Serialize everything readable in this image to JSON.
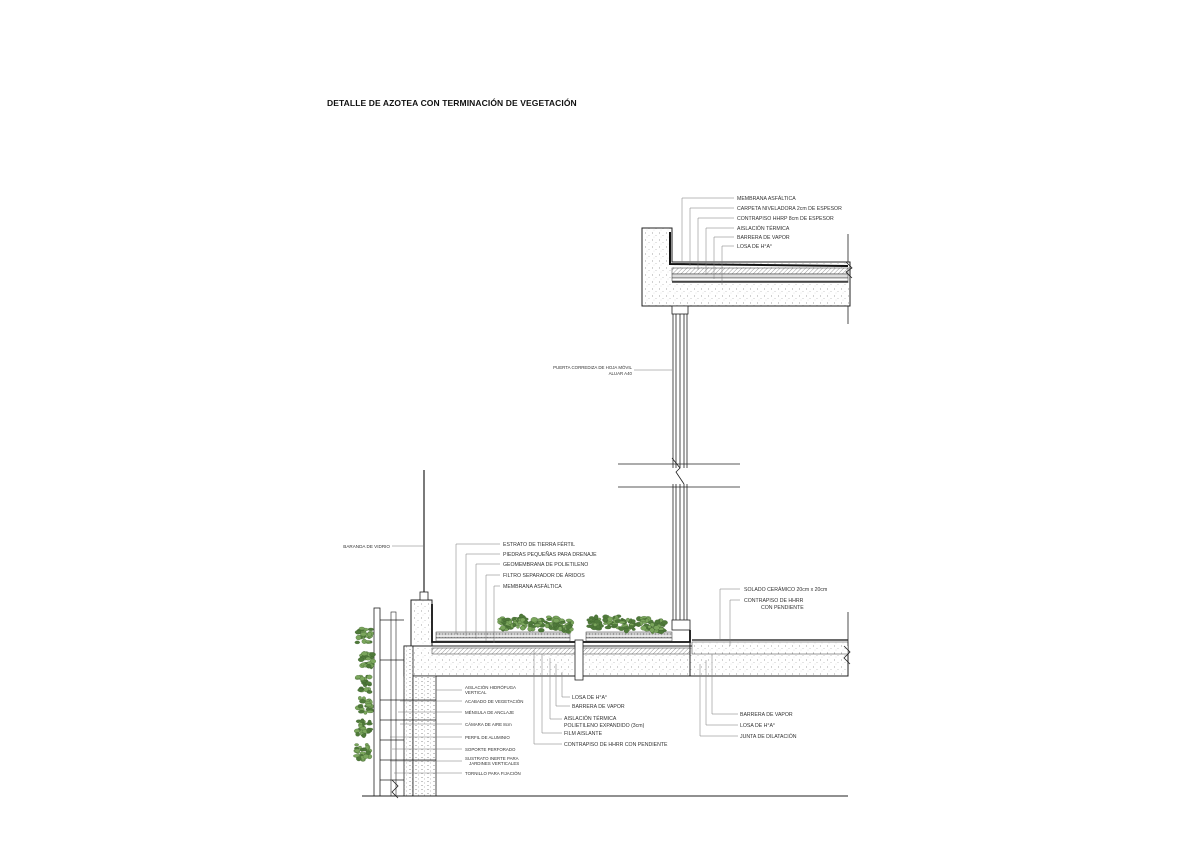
{
  "title": "DETALLE DE AZOTEA CON TERMINACIÓN DE VEGETACIÓN",
  "labels_top": [
    "MEMBRANA ASFÁLTICA",
    "CARPETA NIVELADORA 2cm DE ESPESOR",
    "CONTRAPISO HHRP 8cm DE ESPESOR",
    "AISLACIÓN TÉRMICA",
    "BARRERA DE VAPOR",
    "LOSA DE H°A°"
  ],
  "door_label": [
    "PUERTA CORREDIZA DE HOJA MÓVIL",
    "ALUAR A40"
  ],
  "railing_label": "BARANDA DE VIDRIO",
  "labels_green": [
    "ESTRATO DE TIERRA FÉRTIL",
    "PIEDRAS PEQUEÑAS PARA DRENAJE",
    "GEOMEMBRANA DE POLIETILENO",
    "FILTRO SEPARADOR DE ÁRIDOS",
    "MEMBRANA ASFÁLTICA"
  ],
  "labels_floor": [
    "SOLADO CERÁMICO 20cm x 20cm",
    "CONTRAPISO DE HHRR",
    "CON PENDIENTE"
  ],
  "labels_wall": [
    [
      "AISLACIÓN HIDRÓFUGA",
      "VERTICAL"
    ],
    [
      "ACABADO DE VEGETACIÓN"
    ],
    [
      "MÉNSULA DE ANCLAJE"
    ],
    [
      "CÁMARA DE AIRE 8cm"
    ],
    [
      "PERFIL DE ALUMINIO"
    ],
    [
      "SOPORTE PERFORADO"
    ],
    [
      "SUSTRATO INERTE PARA",
      "JARDINES VERTICALES"
    ],
    [
      "TORNILLO PARA FIJACIÓN"
    ]
  ],
  "labels_slab": [
    [
      "LOSA DE H°A°"
    ],
    [
      "BARRERA DE VAPOR"
    ],
    [
      "AISLACIÓN TÉRMICA",
      "POLIETILENO EXPANDIDO (3cm)"
    ],
    [
      "FILM AISLANTE"
    ],
    [
      "CONTRAPISO DE HHRR CON PENDIENTE"
    ]
  ],
  "labels_right_bottom": [
    "BARRERA DE VAPOR",
    "LOSA DE H°A°",
    "JUNTA DE DILATACIÓN"
  ],
  "colors": {
    "line": "#222222",
    "leader": "#666666",
    "plant": "#7aa65c",
    "plant_dark": "#4f7a3a",
    "concrete_dot": "#777777"
  }
}
